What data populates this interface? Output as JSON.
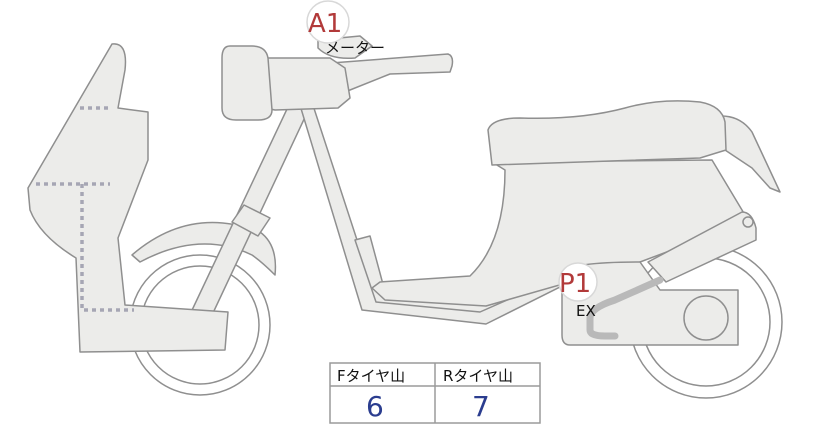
{
  "markers": {
    "a1": {
      "label": "A1",
      "note": "メーター"
    },
    "p1": {
      "label": "P1",
      "note": "EX"
    }
  },
  "tire_table": {
    "front_header": "Fタイヤ山",
    "rear_header": "Rタイヤ山",
    "front_value": "6",
    "rear_value": "7"
  },
  "colors": {
    "marker_text": "#b23a3a",
    "value_text": "#2b3d8f",
    "body_fill": "#ececea",
    "outline": "#8f8f8f",
    "dotted_region": "#a6a6b4"
  }
}
